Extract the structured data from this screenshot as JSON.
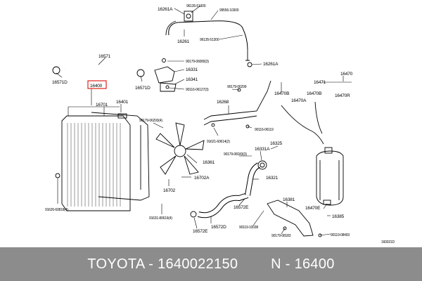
{
  "diagram": {
    "callouts": {
      "c16261a_top": "16261A",
      "c96135_51300_top": "96135-51300",
      "c99556_10300": "99556-10300",
      "c16261": "16261",
      "c96135_51300_b": "96135-51300",
      "c16571": "16571",
      "c90179_06080": "90179-06080(3)",
      "c16331": "16331",
      "c16341": "16341",
      "c90116_06127": "90116-06127(3)",
      "c16261a_r": "16261A",
      "c16470": "16470",
      "c16471": "16471",
      "c16470b_1": "16470B",
      "c16470b_2": "16470B",
      "c16470r": "16470R",
      "c16470a": "16470A",
      "c16571d": "16571D",
      "c16400": "16400",
      "c16401": "16401",
      "c16571d_2": "16571D",
      "c90179_06299": "90179-06299",
      "c16268": "16268",
      "c16701": "16701",
      "c90179_06293": "90179-06293(4)",
      "c90116_06119": "90116-06119",
      "c91621_60614": "91621-60614(2)",
      "c16325": "16325",
      "c16331a": "16331A",
      "c90179_08183_3": "90179-08183(3)",
      "c16361": "16361",
      "c16321": "16321",
      "c16702a": "16702A",
      "c16702": "16702",
      "c16381": "16381",
      "c16572e_1": "16572E",
      "c16470e": "16470E",
      "c16385": "16385",
      "c90119_10038": "90119-10038",
      "c90119_08493": "90119-08493",
      "c90179_08183": "90179-08183",
      "c91626_60818": "91626-60818(4)",
      "c91631_80616": "91631-80616(4)",
      "c16572e_2": "16572E",
      "c16572d": "16572D",
      "ref_code": "160021D"
    },
    "highlighted_part": "16400",
    "highlight_color": "#e0221b"
  },
  "footer": {
    "text": "TOYOTA - 1640022150        N - 16400",
    "background": "#8c8c8c",
    "color": "#ffffff"
  }
}
